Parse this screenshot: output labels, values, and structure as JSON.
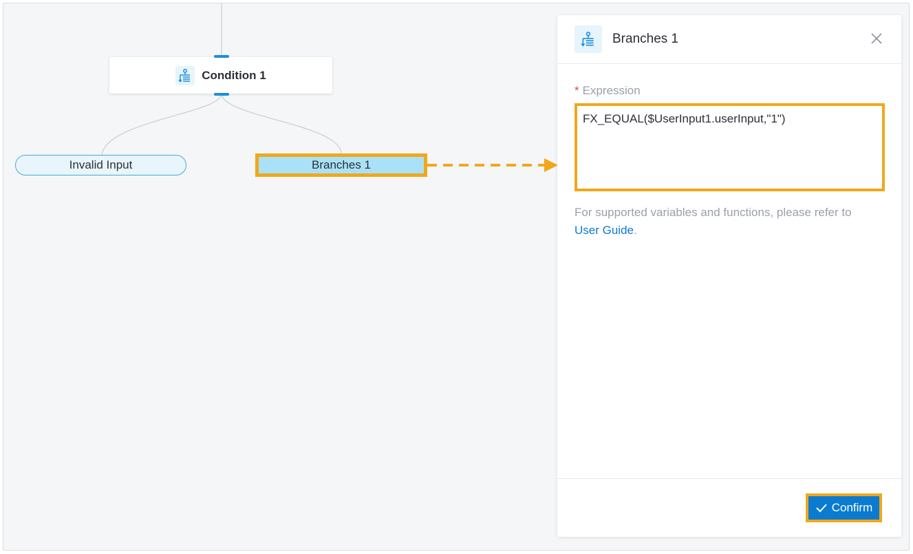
{
  "canvas": {
    "condition_node": {
      "title": "Condition 1",
      "icon": "branch-flow-icon"
    },
    "branches": [
      {
        "label": "Invalid Input"
      },
      {
        "label": "Branches 1",
        "selected": true
      }
    ]
  },
  "panel": {
    "title": "Branches 1",
    "icon": "branch-flow-icon",
    "close_icon": "close-icon",
    "expression": {
      "required_mark": "*",
      "label": "Expression",
      "value": "FX_EQUAL($UserInput1.userInput,\"1\")"
    },
    "help": {
      "text": "For supported variables and functions, please refer to",
      "link": "User Guide",
      "suffix": "."
    },
    "confirm_label": "Confirm",
    "confirm_icon": "check-icon"
  },
  "colors": {
    "accent": "#0a7bd0",
    "highlight": "#f0a81a",
    "selected_fill": "#a9e2f8",
    "pill_border": "#48a7d8",
    "required": "#e04848"
  }
}
